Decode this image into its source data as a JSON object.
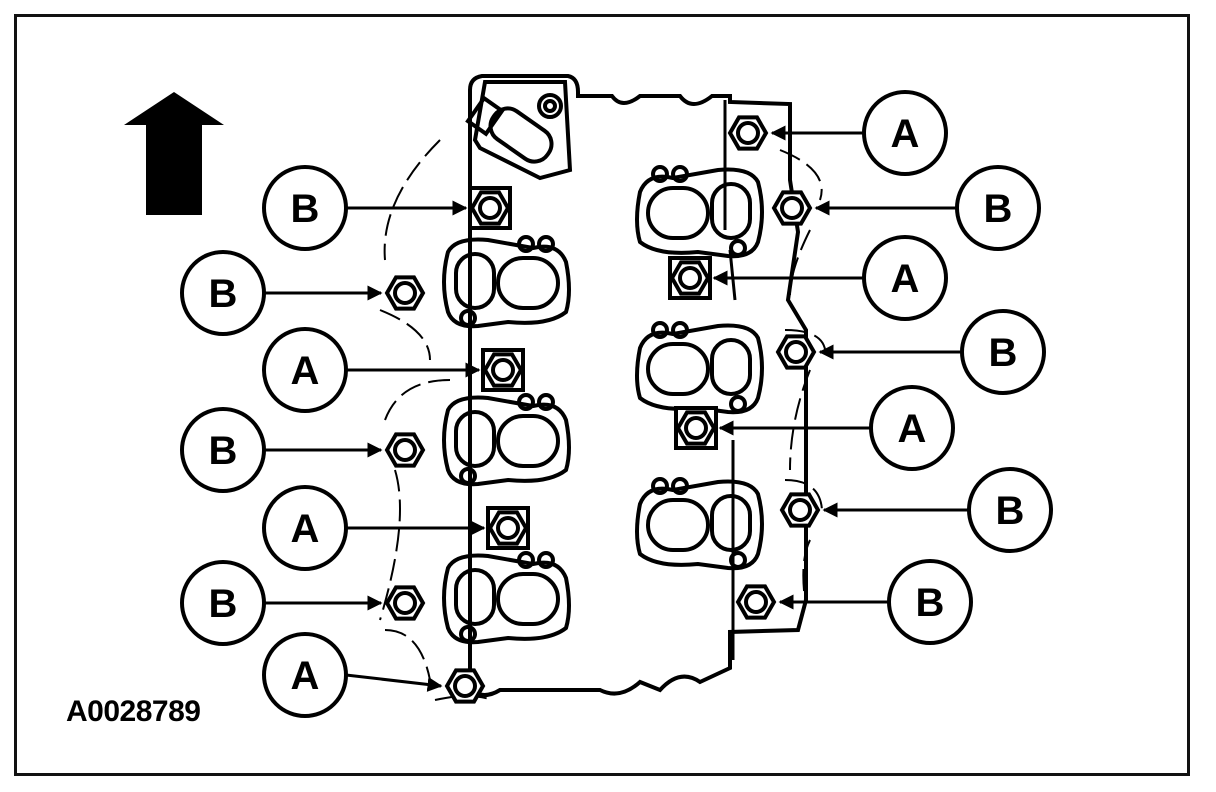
{
  "figure_id": "A0028789",
  "callout_letters": {
    "a": "A",
    "b": "B"
  },
  "left_callouts": [
    "B",
    "B",
    "A",
    "B",
    "A",
    "B",
    "A"
  ],
  "right_callouts": [
    "A",
    "B",
    "A",
    "B",
    "A",
    "B",
    "B"
  ],
  "colors": {
    "ink": "#000000",
    "paper": "#ffffff"
  }
}
